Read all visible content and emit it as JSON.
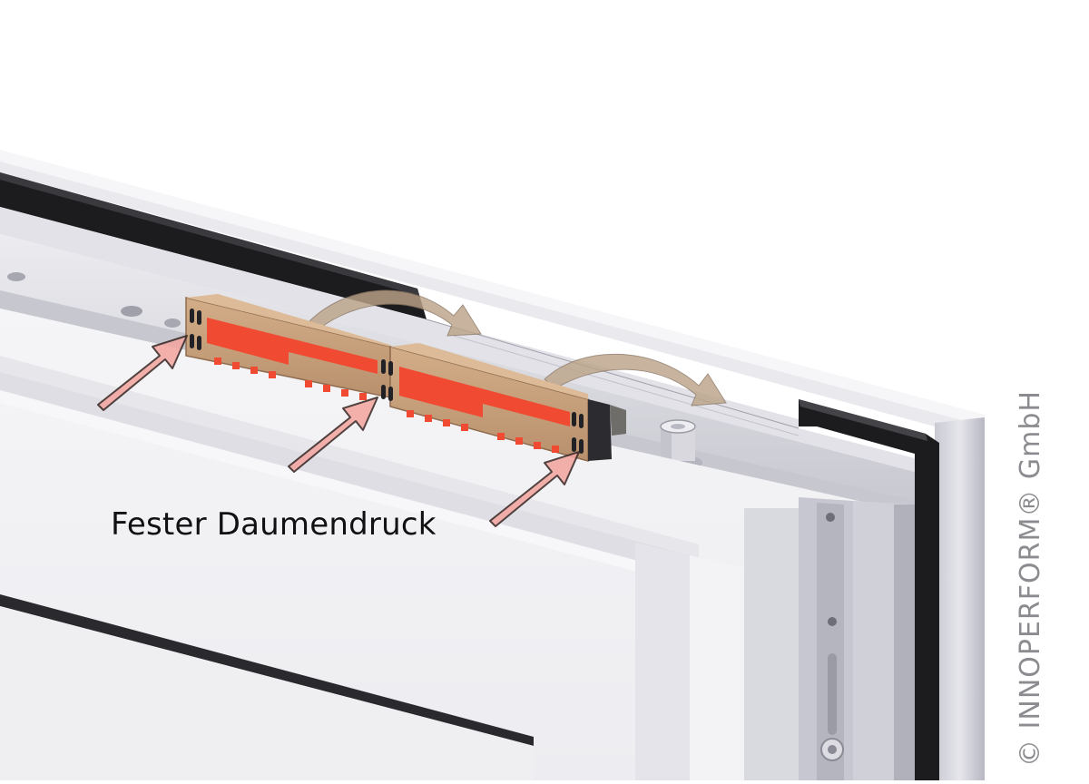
{
  "caption": "Fester Daumendruck",
  "copyright": "© INNOPERFORM® GmbH",
  "colors": {
    "frame_light": "#f1f1f4",
    "frame_mid": "#dcdce2",
    "frame_shadow": "#b9bac4",
    "gasket": "#1c1c1e",
    "component_body": "#c8a07c",
    "adhesive_red": "#f04a32",
    "push_arrow": "#f3a6a0",
    "motion_arrow": "#bca489"
  },
  "icons": {
    "push_arrow": "pink-pressure-arrow",
    "motion_arrow": "curved-insert-arrow"
  }
}
